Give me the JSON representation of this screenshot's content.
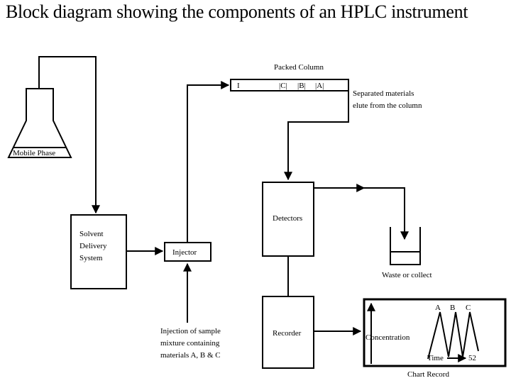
{
  "title": "Block diagram showing the components of an HPLC instrument",
  "components": {
    "mobile_phase": "Mobile Phase",
    "solvent_delivery": [
      "Solvent",
      "Delivery",
      "System"
    ],
    "injector": "Injector",
    "packed_column": {
      "label": "Packed Column",
      "bands": [
        "I",
        "|C|",
        "|B|",
        "|A|"
      ]
    },
    "separated_note": [
      "Separated materials",
      "elute from the column"
    ],
    "detectors": "Detectors",
    "waste": "Waste or collect",
    "recorder": "Recorder",
    "injection_note": [
      "Injection of sample",
      "mixture containing",
      "materials A, B & C"
    ]
  },
  "chart_record": {
    "label": "Chart Record",
    "y_axis": "Concentration",
    "x_axis": "Time",
    "peaks": [
      "A",
      "B",
      "C"
    ]
  },
  "page_number": "52"
}
